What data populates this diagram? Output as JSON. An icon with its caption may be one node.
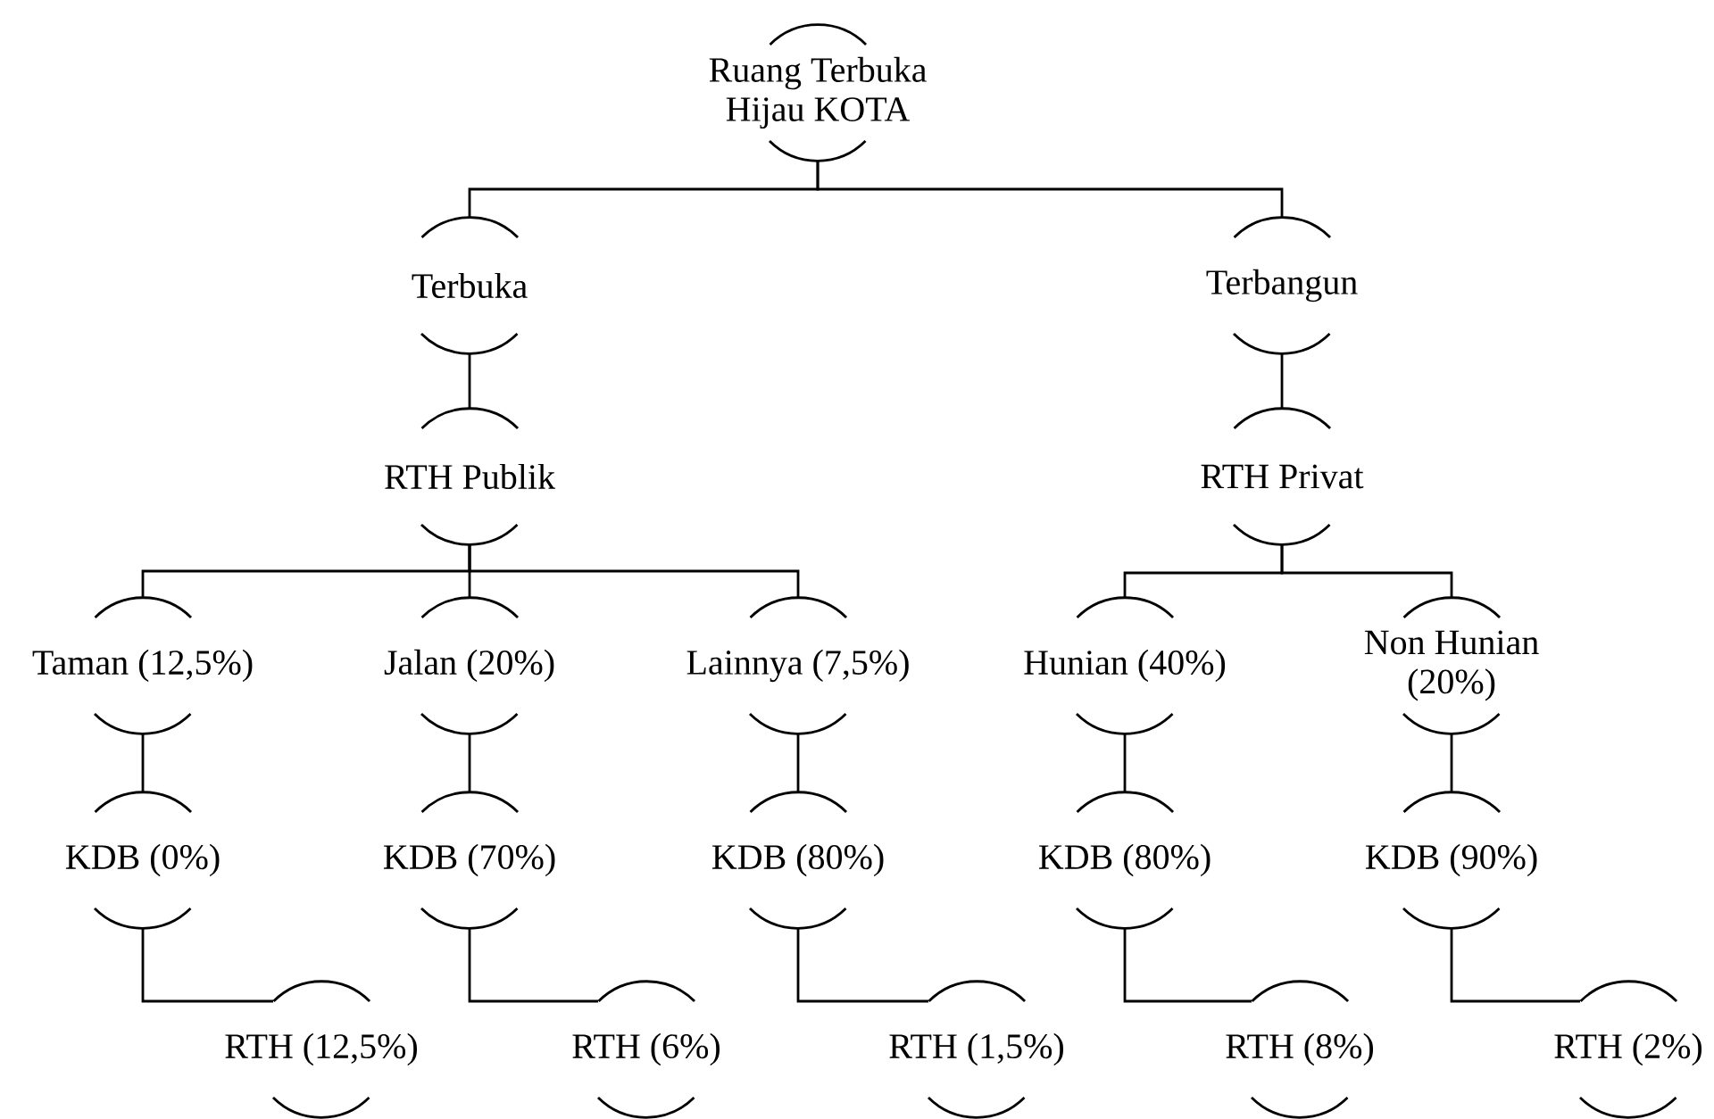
{
  "diagram": {
    "nodes": [
      {
        "text": [
          "Ruang Terbuka Hijau KOTA"
        ]
      },
      {
        "text": [
          "Terbuka"
        ]
      },
      {
        "text": [
          "Terbangun"
        ]
      },
      {
        "text": [
          "RTH Publik"
        ]
      },
      {
        "text": [
          "RTH Privat"
        ]
      },
      {
        "text": [
          "Taman (12,5%)"
        ]
      },
      {
        "text": [
          "Jalan (20%)"
        ]
      },
      {
        "text": [
          "Lainnya (7,5%)"
        ]
      },
      {
        "text": [
          "Hunian (40%)"
        ]
      },
      {
        "text": [
          "Non Hunian (20%)"
        ]
      },
      {
        "text": [
          "KDB (0%)"
        ]
      },
      {
        "text": [
          "KDB (70%)"
        ]
      },
      {
        "text": [
          "KDB (80%)"
        ]
      },
      {
        "text": [
          "KDB (80%)"
        ]
      },
      {
        "text": [
          "KDB (90%)"
        ]
      },
      {
        "text": [
          "RTH (12,5%)"
        ]
      },
      {
        "text": [
          "RTH (6%)"
        ]
      },
      {
        "text": [
          "RTH (1,5%)"
        ]
      },
      {
        "text": [
          "RTH (8%)"
        ]
      },
      {
        "text": [
          "RTH (2%)"
        ]
      }
    ],
    "edges": [
      {
        "from": 0,
        "to": 1,
        "arrow": "none"
      },
      {
        "from": 0,
        "to": 2,
        "arrow": "none"
      },
      {
        "from": 1,
        "to": 3,
        "arrow": "none"
      },
      {
        "from": 2,
        "to": 4,
        "arrow": "none"
      },
      {
        "from": 3,
        "to": 5,
        "arrow": "none"
      },
      {
        "from": 3,
        "to": 6,
        "arrow": "none"
      },
      {
        "from": 3,
        "to": 7,
        "arrow": "none"
      },
      {
        "from": 4,
        "to": 8,
        "arrow": "none"
      },
      {
        "from": 4,
        "to": 9,
        "arrow": "none"
      },
      {
        "from": 5,
        "to": 10,
        "arrow": "none"
      },
      {
        "from": 6,
        "to": 11,
        "arrow": "none"
      },
      {
        "from": 7,
        "to": 12,
        "arrow": "none"
      },
      {
        "from": 8,
        "to": 13,
        "arrow": "none"
      },
      {
        "from": 9,
        "to": 14,
        "arrow": "none"
      },
      {
        "from": 10,
        "to": 15,
        "arrow": "none"
      },
      {
        "from": 11,
        "to": 16,
        "arrow": "none"
      },
      {
        "from": 12,
        "to": 17,
        "arrow": "none"
      },
      {
        "from": 13,
        "to": 18,
        "arrow": "none"
      },
      {
        "from": 14,
        "to": 19,
        "arrow": "none"
      }
    ]
  }
}
